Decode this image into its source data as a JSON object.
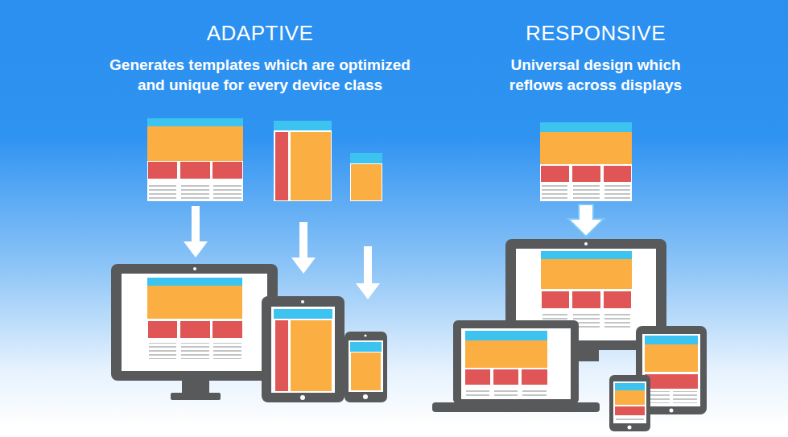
{
  "diagram": {
    "labels": [
      "ADAPTIVE",
      "Generates templates which are optimized and unique for every device class",
      "RESPONSIVE",
      "Universal design which reflows across displays"
    ]
  }
}
